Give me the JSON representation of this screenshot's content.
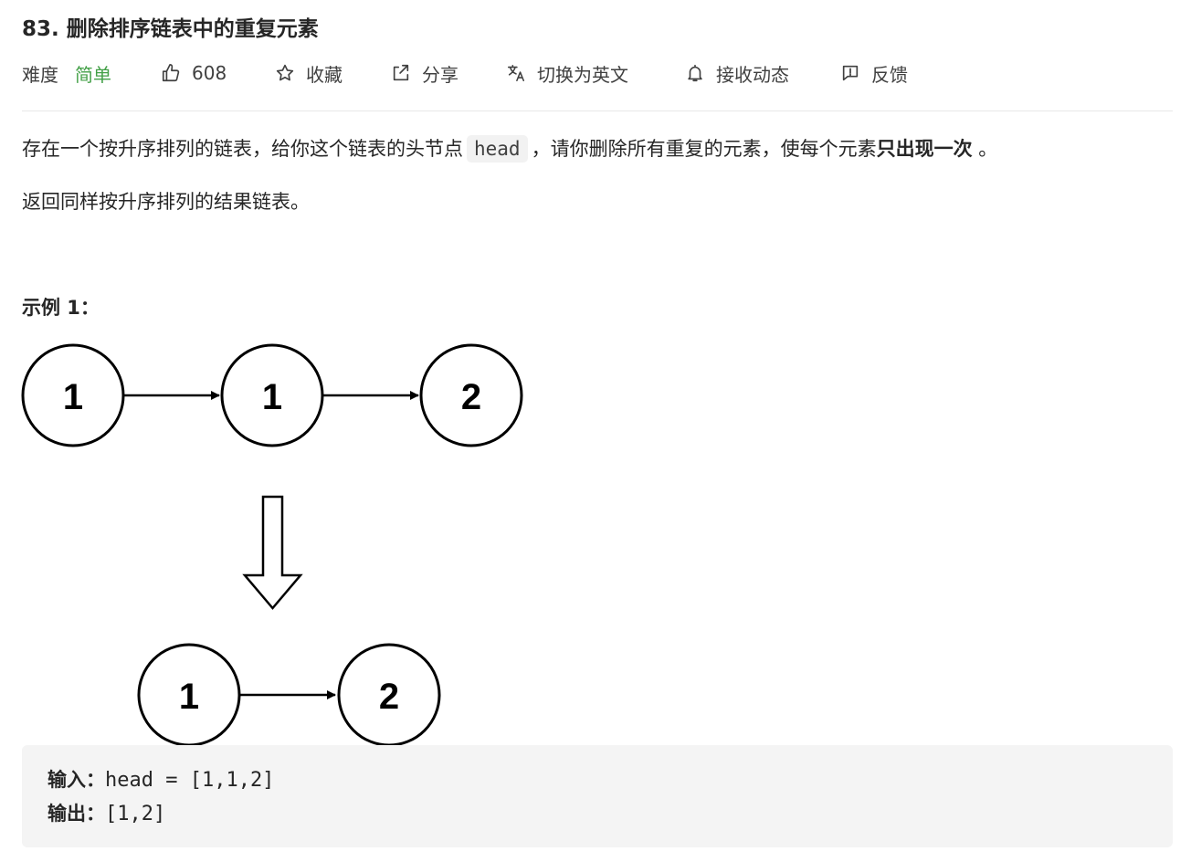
{
  "problem": {
    "title": "83. 删除排序链表中的重复元素"
  },
  "meta": {
    "difficulty_label": "难度",
    "difficulty_value": "简单",
    "difficulty_color": "#43a047",
    "likes": "608",
    "favorite_label": "收藏",
    "share_label": "分享",
    "translate_label": "切换为英文",
    "notify_label": "接收动态",
    "feedback_label": "反馈"
  },
  "description": {
    "p1_before": "存在一个按升序排列的链表，给你这个链表的头节点",
    "p1_code": "head",
    "p1_middle": "，请你删除所有重复的元素，使每个元素",
    "p1_bold": "只出现一次",
    "p1_end": "。",
    "p2": "返回同样按升序排列的结果链表。"
  },
  "example": {
    "title": "示例 1：",
    "before_nodes": [
      "1",
      "1",
      "2"
    ],
    "after_nodes": [
      "1",
      "2"
    ],
    "input_label": "输入：",
    "input_value": "head = [1,1,2]",
    "output_label": "输出：",
    "output_value": "[1,2]"
  }
}
